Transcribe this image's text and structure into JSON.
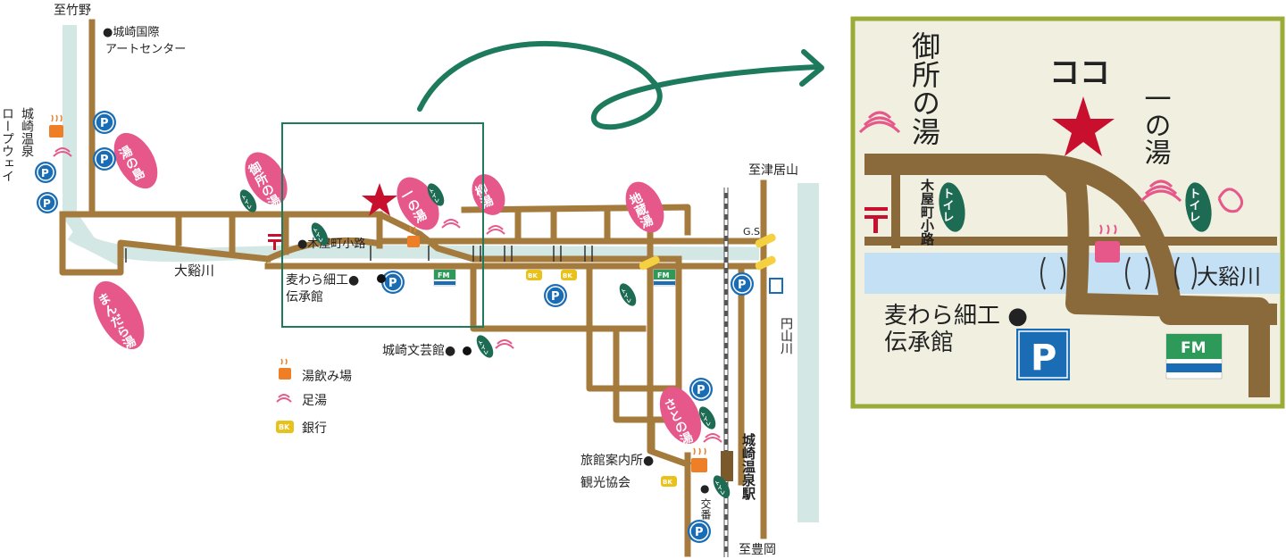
{
  "colors": {
    "road": "#a47b3d",
    "river": "#d3e7e5",
    "river_inset": "#c3e0f5",
    "onsen_pink": "#e6578a",
    "inset_border": "#9aac37",
    "inset_bg": "#f0efe0",
    "toilet_green": "#1d6b52",
    "parking_blue": "#1a6db4",
    "star_red": "#c8102e",
    "arrow_green": "#1d7a5c",
    "fm_green": "#2e9a5a",
    "bank_yellow": "#e8c21a",
    "cafe_orange": "#ee7f26"
  },
  "map": {
    "to_takeno": "至竹野",
    "to_tsuiyama": "至津居山",
    "to_toyooka": "至豊岡",
    "ropeway": [
      "城崎温泉",
      "ロープウェイ"
    ],
    "intl_art_center": [
      "●城崎国際",
      "アートセンター"
    ],
    "river_label": "大谿川",
    "kiyamachi_koji": "●木屋町小路",
    "mugiwara": [
      "麦わら細工●",
      "伝承館"
    ],
    "bungeikan": "城崎文芸館●",
    "ryokan_info": [
      "旅館案内所●",
      "観光協会"
    ],
    "koban": [
      "●",
      "交番"
    ],
    "station": "城崎温泉駅",
    "gas_station": "G.S",
    "maruyama_river": "円山川",
    "onsens": {
      "mandara": "まんだら湯",
      "yu_no_shimaya": "湯の島",
      "gosho": "御所の湯",
      "ichi": "一の湯",
      "yanagi": "柳湯",
      "jizo": "地蔵湯",
      "sato": "さとの湯"
    },
    "toilet": "トイレ",
    "parking": "P",
    "fm": "FM",
    "bank": "BK"
  },
  "legend": [
    {
      "icon": "cafe-icon",
      "label": "湯飲み場"
    },
    {
      "icon": "footbath-icon",
      "label": "足湯"
    },
    {
      "icon": "bank-icon",
      "label": "銀行"
    }
  ],
  "inset": {
    "gosho": "御所の湯",
    "koko": "ココ",
    "ichi": "一の湯",
    "kiyamachi": "木屋町小路",
    "toilet": "トイレ",
    "river": "大谿川",
    "mugiwara": [
      "麦わら細工 ●",
      "伝承館"
    ],
    "parking": "P",
    "fm": "FM"
  }
}
